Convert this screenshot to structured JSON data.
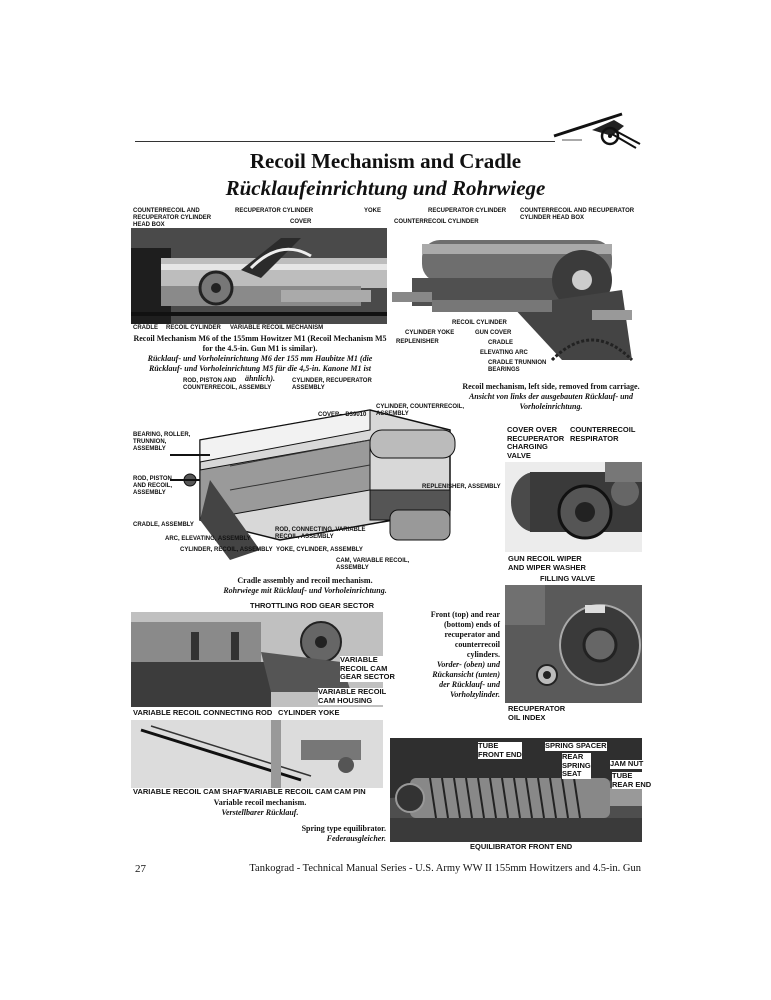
{
  "title_en": "Recoil Mechanism and Cradle",
  "title_de": "Rücklaufeinrichtung und Rohrwiege",
  "fig1": {
    "labels": {
      "counterrecoil_head_box": "COUNTERRECOIL AND\nRECUPERATOR CYLINDER\nHEAD BOX",
      "recuperator_cylinder": "RECUPERATOR CYLINDER",
      "cover": "COVER",
      "yoke": "YOKE",
      "cradle": "CRADLE",
      "recoil_cylinder": "RECOIL CYLINDER",
      "variable_recoil_mechanism": "VARIABLE RECOIL MECHANISM"
    },
    "caption_en": "Recoil Mechanism M6 of the 155mm Howitzer M1 (Recoil Mechanism M5 for the 4.5-in. Gun M1 is similar).",
    "caption_de": "Rücklauf- und Vorholeinrichtung M6 der 155 mm Haubitze M1 (die Rücklauf- und Vorholeinrichtung M5 für die 4,5-in. Kanone M1 ist ähnlich)."
  },
  "fig2": {
    "labels": {
      "recuperator_cylinder": "RECUPERATOR CYLINDER",
      "counterrecoil_cylinder": "COUNTERRECOIL CYLINDER",
      "head_box": "COUNTERRECOIL AND RECUPERATOR\nCYLINDER HEAD BOX",
      "recoil_cylinder": "RECOIL CYLINDER",
      "cylinder_yoke": "CYLINDER YOKE",
      "gun_cover": "GUN COVER",
      "replenisher": "REPLENISHER",
      "cradle": "CRADLE",
      "elevating_arc": "ELEVATING ARC",
      "trunnion_bearings": "CRADLE TRUNNION\nBEARINGS"
    },
    "caption_en": "Recoil mechanism, left side, removed from carriage.",
    "caption_de": "Ansicht von links der ausgebauten Rücklauf- und Vorholeinrichtung."
  },
  "fig3": {
    "labels": {
      "rod_piston": "ROD, PISTON AND\nCOUNTERRECOIL, ASSEMBLY",
      "cylinder_recuperator": "CYLINDER, RECUPERATOR\nASSEMBLY",
      "cover_code": "COVER—D39010",
      "cylinder_counterrecoil": "CYLINDER, COUNTERRECOIL,\nASSEMBLY",
      "bearing_roller": "BEARING, ROLLER,\nTRUNNION,\nASSEMBLY",
      "rod_piston_recoil": "ROD, PISTON\nAND RECOIL,\nASSEMBLY",
      "replenisher_assembly": "REPLENISHER, ASSEMBLY",
      "cradle_assembly": "CRADLE, ASSEMBLY",
      "rod_connecting": "ROD, CONNECTING, VARIABLE\nRECOIL, ASSEMBLY",
      "arc_elevating": "ARC, ELEVATING, ASSEMBLY",
      "cylinder_recoil": "CYLINDER, RECOIL, ASSEMBLY",
      "yoke_cylinder": "YOKE, CYLINDER, ASSEMBLY",
      "cam_variable": "CAM, VARIABLE RECOIL,\nASSEMBLY"
    },
    "caption_en": "Cradle assembly and recoil mechanism.",
    "caption_de": "Rohrwiege mit Rücklauf- und Vorholeinrichtung."
  },
  "fig4": {
    "labels": {
      "cover_over": "COVER OVER\nRECUPERATOR\nCHARGING\nVALVE",
      "counterrecoil_respirator": "COUNTERRECOIL\nRESPIRATOR",
      "gun_recoil_wiper": "GUN RECOIL WIPER\nAND WIPER WASHER"
    }
  },
  "fig5": {
    "labels": {
      "filling_valve": "FILLING VALVE",
      "recuperator_oil_index": "RECUPERATOR\nOIL INDEX"
    },
    "caption_en": "Front (top) and rear (bottom) ends of recuperator and counterrecoil cylinders.",
    "caption_de": "Vorder- (oben) und Rückansicht (unten) der Rücklauf- und Vorholzylinder."
  },
  "fig6": {
    "labels": {
      "throttling_rod": "THROTTLING ROD GEAR SECTOR",
      "cam_gear_sector": "VARIABLE\nRECOIL CAM\nGEAR SECTOR",
      "cam_housing": "VARIABLE RECOIL\nCAM HOUSING",
      "connecting_rod": "VARIABLE RECOIL CONNECTING ROD",
      "cylinder_yoke": "CYLINDER YOKE"
    }
  },
  "fig7": {
    "labels": {
      "cam_shaft": "VARIABLE RECOIL CAM SHAFT",
      "cam": "VARIABLE RECOIL CAM",
      "cam_pin": "CAM PIN"
    },
    "caption_en": "Variable recoil mechanism.",
    "caption_de": "Verstellbarer Rücklauf."
  },
  "fig8": {
    "labels": {
      "tube_front_end": "TUBE\nFRONT END",
      "spring_spacer": "SPRING SPACER",
      "rear_spring_seat": "REAR\nSPRING\nSEAT",
      "jam_nut": "JAM NUT",
      "tube_rear_end": "TUBE\nREAR END",
      "equilibrator_front_end": "EQUILIBRATOR FRONT END"
    },
    "caption_en": "Spring type equilibrator.",
    "caption_de": "Federausgleicher."
  },
  "footer": {
    "page_number": "27",
    "series": "Tankograd - Technical Manual Series - U.S. Army WW II 155mm Howitzers and 4.5-in. Gun"
  }
}
